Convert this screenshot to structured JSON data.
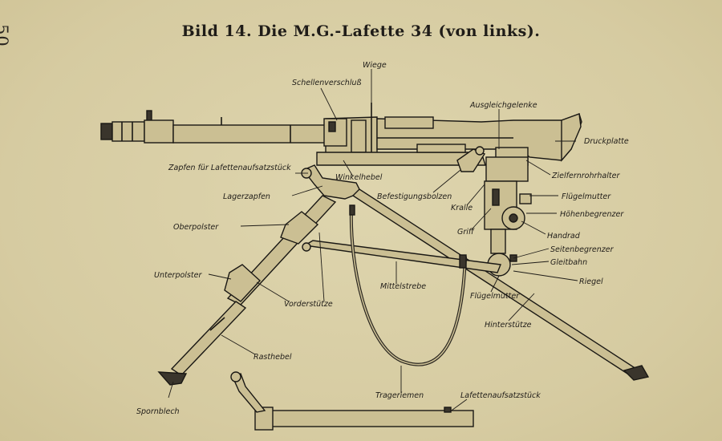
{
  "page_number": "50",
  "caption": "Bild 14.  Die M.G.-Lafette 34 (von links).",
  "labels": {
    "wiege": "Wiege",
    "schellenverschluss": "Schellenverschluß",
    "ausgleichgelenke": "Ausgleichgelenke",
    "druckplatte": "Druckplatte",
    "zapfen": "Zapfen für Lafettenaufsatzstück",
    "winkelhebel": "Winkelhebel",
    "zielfernrohrhalter": "Zielfernrohrhalter",
    "lagerzapfen": "Lagerzapfen",
    "befestigungsbolzen": "Befestigungsbolzen",
    "fluegelmutter_top": "Flügelmutter",
    "kralle": "Kralle",
    "hoehenbegrenzer": "Höhenbegrenzer",
    "oberpolster": "Oberpolster",
    "griff": "Griff",
    "handrad": "Handrad",
    "seitenbegrenzer": "Seitenbegrenzer",
    "gleitbahn": "Gleitbahn",
    "unterpolster": "Unterpolster",
    "riegel": "Riegel",
    "mittelstrebe": "Mittelstrebe",
    "vorderstuetze": "Vorderstütze",
    "fluegelmutter_bottom": "Flügelmutter",
    "hinterstuetze": "Hinterstütze",
    "rasthebel": "Rasthebel",
    "trageriemen": "Trageriemen",
    "lafettenaufsatzstueck": "Lafettenaufsatzstück",
    "spornblech": "Spornblech"
  }
}
